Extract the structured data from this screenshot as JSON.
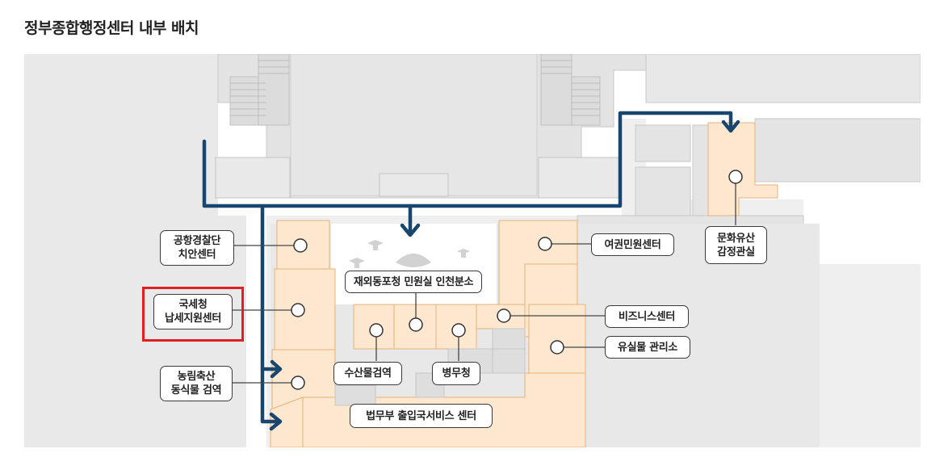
{
  "title": "정부종합행정센터 내부 배치",
  "colors": {
    "accent_zone": "#fde8cf",
    "zone_border": "#e8b277",
    "route_arrow": "#19466f",
    "highlight": "#e02020"
  },
  "labels": {
    "airport_police": {
      "line1": "공항경찰단",
      "line2": "치안센터"
    },
    "tax_office": {
      "line1": "국세청",
      "line2": "납세지원센터"
    },
    "agri_quarantine": {
      "line1": "농림축산",
      "line2": "동식물 검역"
    },
    "overseas_koreans": {
      "line1": "재외동포청 민원실 인천분소"
    },
    "fisheries_quarantine": {
      "line1": "수산물검역"
    },
    "military_manpower": {
      "line1": "병무청"
    },
    "immigration": {
      "line1": "법무부 출입국서비스 센터"
    },
    "passport": {
      "line1": "여권민원센터"
    },
    "heritage": {
      "line1": "문화유산",
      "line2": "감정관실"
    },
    "business": {
      "line1": "비즈니스센터"
    },
    "lost_found": {
      "line1": "유실물 관리소"
    }
  }
}
